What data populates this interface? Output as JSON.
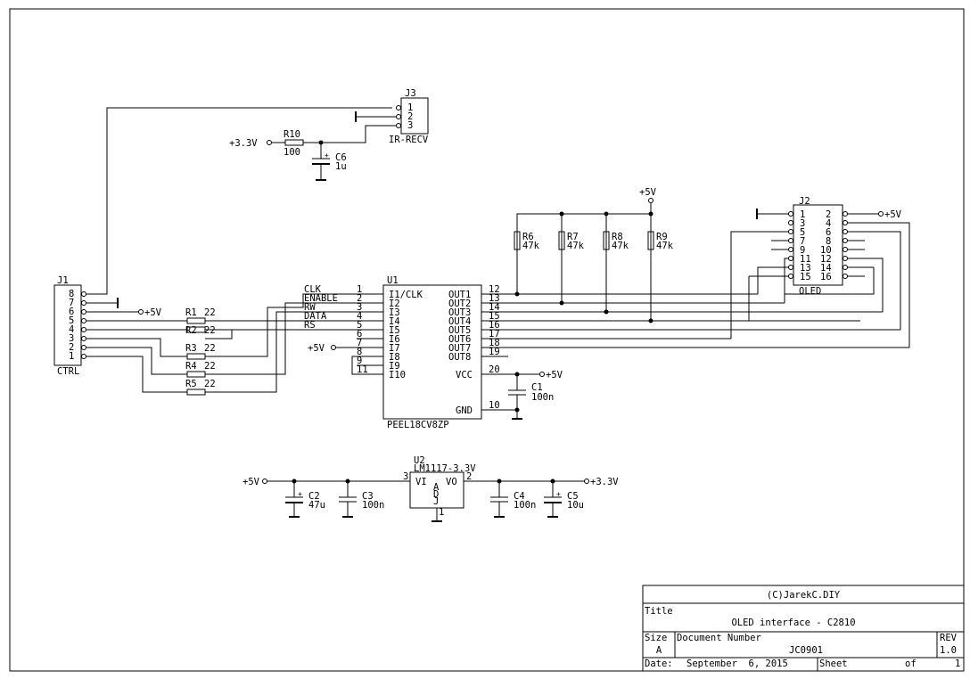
{
  "title_block": {
    "company": "(C)JarekC.DIY",
    "title_label": "Title",
    "title": "OLED interface - C2810",
    "size_label": "Size",
    "size": "A",
    "docnum_label": "Document Number",
    "docnum": "JC0901",
    "rev_label": "REV",
    "rev": "1.0",
    "date_label": "Date:",
    "date": "September  6, 2015",
    "sheet_label": "Sheet",
    "of_label": "of",
    "sheet_total": "1"
  },
  "nets": {
    "p5v": "+5V",
    "p3v3": "+3.3V"
  },
  "j1": {
    "ref": "J1",
    "name": "CTRL",
    "pins": [
      "8",
      "7",
      "6",
      "5",
      "4",
      "3",
      "2",
      "1"
    ]
  },
  "j3": {
    "ref": "J3",
    "name": "IR-RECV",
    "pins": [
      "1",
      "2",
      "3"
    ]
  },
  "j2": {
    "ref": "J2",
    "name": "OLED",
    "left_pins": [
      "1",
      "3",
      "5",
      "7",
      "9",
      "11",
      "13",
      "15"
    ],
    "right_pins": [
      "2",
      "4",
      "6",
      "8",
      "10",
      "12",
      "14",
      "16"
    ]
  },
  "resistors": [
    {
      "ref": "R1",
      "value": "22"
    },
    {
      "ref": "R2",
      "value": "22"
    },
    {
      "ref": "R3",
      "value": "22"
    },
    {
      "ref": "R4",
      "value": "22"
    },
    {
      "ref": "R5",
      "value": "22"
    },
    {
      "ref": "R6",
      "value": "47k"
    },
    {
      "ref": "R7",
      "value": "47k"
    },
    {
      "ref": "R8",
      "value": "47k"
    },
    {
      "ref": "R9",
      "value": "47k"
    },
    {
      "ref": "R10",
      "value": "100"
    }
  ],
  "capacitors": [
    {
      "ref": "C1",
      "value": "100n"
    },
    {
      "ref": "C2",
      "value": "47u"
    },
    {
      "ref": "C3",
      "value": "100n"
    },
    {
      "ref": "C4",
      "value": "100n"
    },
    {
      "ref": "C5",
      "value": "10u"
    },
    {
      "ref": "C6",
      "value": "1u"
    }
  ],
  "u1": {
    "ref": "U1",
    "part": "PEEL18CV8ZP",
    "left_pins": [
      {
        "num": "1",
        "name": "I1/CLK",
        "net": "CLK"
      },
      {
        "num": "2",
        "name": "I2",
        "net": "ENABLE"
      },
      {
        "num": "3",
        "name": "I3",
        "net": "RW"
      },
      {
        "num": "4",
        "name": "I4",
        "net": "DATA"
      },
      {
        "num": "5",
        "name": "I5",
        "net": "RS"
      },
      {
        "num": "6",
        "name": "I6",
        "net": ""
      },
      {
        "num": "7",
        "name": "I7",
        "net": ""
      },
      {
        "num": "8",
        "name": "I8",
        "net": ""
      },
      {
        "num": "9",
        "name": "I9",
        "net": ""
      },
      {
        "num": "11",
        "name": "I10",
        "net": ""
      }
    ],
    "right_pins": [
      {
        "num": "12",
        "name": "OUT1"
      },
      {
        "num": "13",
        "name": "OUT2"
      },
      {
        "num": "14",
        "name": "OUT3"
      },
      {
        "num": "15",
        "name": "OUT4"
      },
      {
        "num": "16",
        "name": "OUT5"
      },
      {
        "num": "17",
        "name": "OUT6"
      },
      {
        "num": "18",
        "name": "OUT7"
      },
      {
        "num": "19",
        "name": "OUT8"
      }
    ],
    "vcc": {
      "num": "20",
      "name": "VCC"
    },
    "gnd": {
      "num": "10",
      "name": "GND"
    }
  },
  "u2": {
    "ref": "U2",
    "part": "LM1117-3.3V",
    "vi": "VI",
    "vo": "VO",
    "adj": [
      "A",
      "D",
      "J"
    ],
    "pin_in": "3",
    "pin_out": "2",
    "pin_adj": "1"
  }
}
